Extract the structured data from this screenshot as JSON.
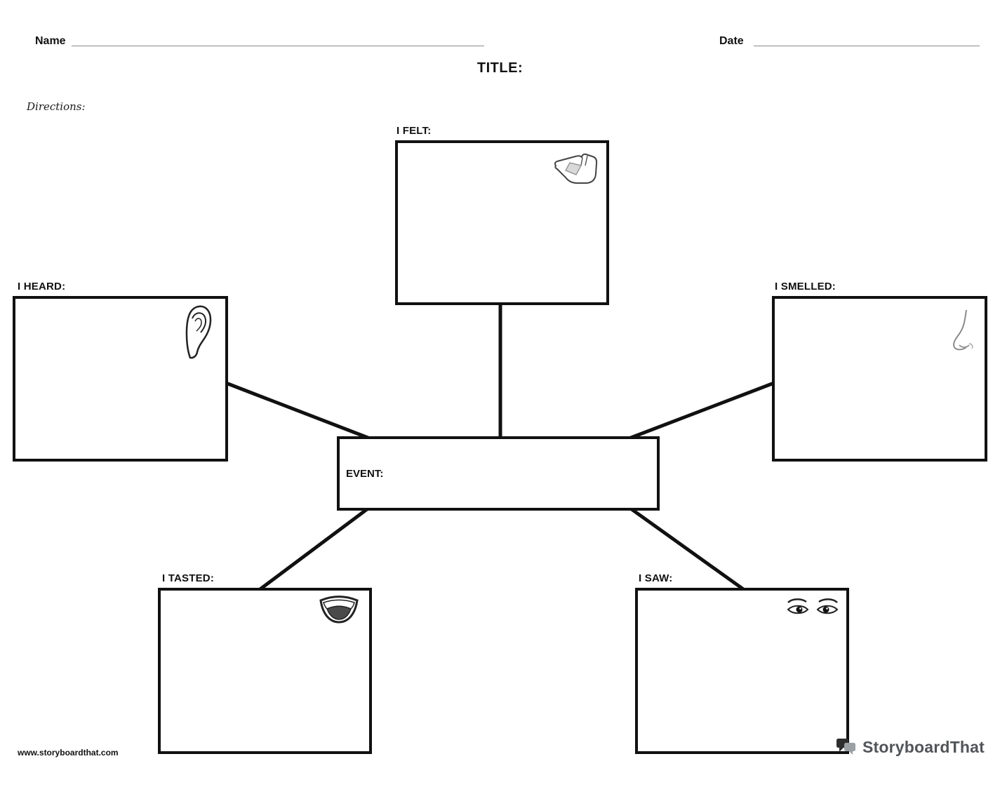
{
  "header": {
    "name_label": "Name",
    "date_label": "Date",
    "title_label": "TITLE:",
    "directions_label": "Directions:"
  },
  "boxes": {
    "felt": {
      "label": "I FELT:",
      "icon": "hand-icon"
    },
    "heard": {
      "label": "I HEARD:",
      "icon": "ear-icon"
    },
    "smelled": {
      "label": "I SMELLED:",
      "icon": "nose-icon"
    },
    "tasted": {
      "label": "I TASTED:",
      "icon": "mouth-icon"
    },
    "saw": {
      "label": "I SAW:",
      "icon": "eyes-icon"
    },
    "event": {
      "label": "EVENT:"
    }
  },
  "footer": {
    "website": "www.storyboardthat.com",
    "brand": "StoryboardThat"
  },
  "colors": {
    "box_border": "#111111",
    "connector": "#111111",
    "brand_text": "#515558"
  }
}
